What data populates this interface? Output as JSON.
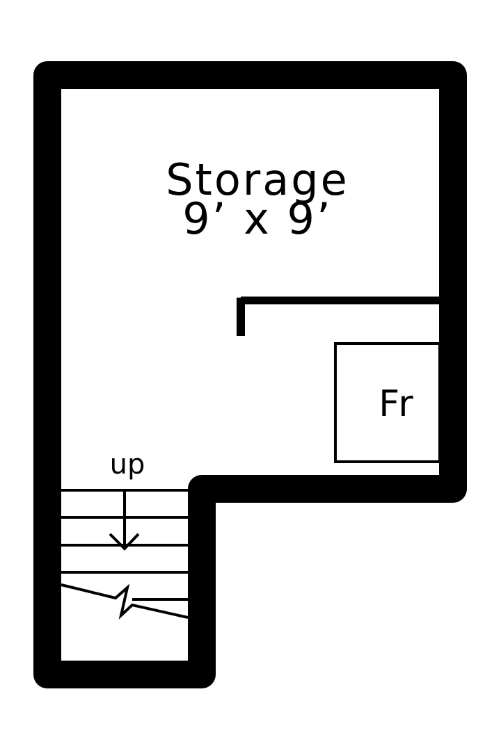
{
  "plan": {
    "room_name": "Storage",
    "room_dimensions": "9’ x 9’",
    "fridge_label": "Fr",
    "stair_label": "up"
  },
  "colors": {
    "wall": "#000000",
    "background": "#ffffff"
  }
}
